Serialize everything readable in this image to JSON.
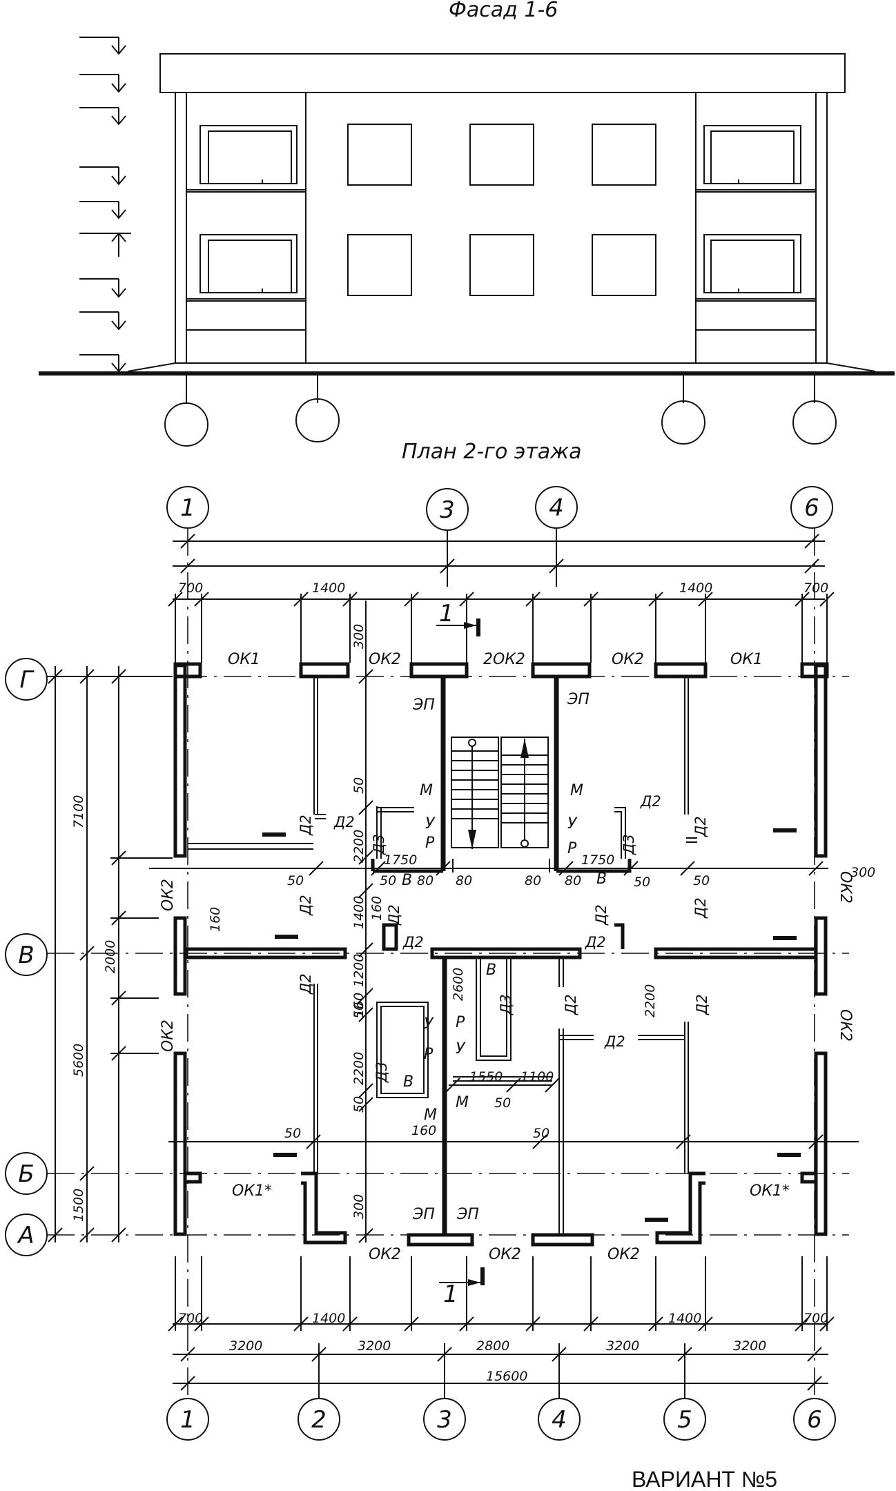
{
  "titles": {
    "facade": "Фасад 1-6",
    "plan": "План 2-го этажа",
    "variant": "ВАРИАНТ №5"
  },
  "axes": {
    "columns": [
      "1",
      "2",
      "3",
      "4",
      "5",
      "6"
    ],
    "rows": [
      "Г",
      "В",
      "Б",
      "А"
    ]
  },
  "dimensions": {
    "bottom_spans": [
      "3200",
      "3200",
      "2800",
      "3200",
      "3200"
    ],
    "total": "15600",
    "left_vertical": [
      "7100",
      "2000",
      "5600",
      "1500"
    ],
    "wall_offsets": [
      "700",
      "1400",
      "1400",
      "700"
    ],
    "interior": {
      "d300a": "300",
      "d300b": "300",
      "d300c": "300",
      "d50a": "50",
      "d50b": "50",
      "d50c": "50",
      "d50d": "50",
      "d50e": "50",
      "d50f": "50",
      "d50g": "50",
      "d50h": "50",
      "d50i": "50",
      "d50j": "50",
      "d2200a": "2200",
      "d2200b": "2200",
      "d2200c": "2200",
      "d1750a": "1750",
      "d1750b": "1750",
      "d80a": "80",
      "d80b": "80",
      "d80c": "80",
      "d80d": "80",
      "d1400": "1400",
      "d1200": "1200",
      "d160a": "160",
      "d160b": "160",
      "d160c": "160",
      "d160d": "160",
      "d2600": "2600",
      "d1550": "1550",
      "d1100": "1100"
    }
  },
  "labels": {
    "ok1": "ОК1",
    "ok2": "ОК2",
    "twoOk2": "2ОК2",
    "ok1star": "ОК1*",
    "ep": "ЭП",
    "d2": "Д2",
    "d3": "Д3",
    "m": "М",
    "u": "У",
    "r": "Р",
    "v": "В",
    "section": "1"
  }
}
